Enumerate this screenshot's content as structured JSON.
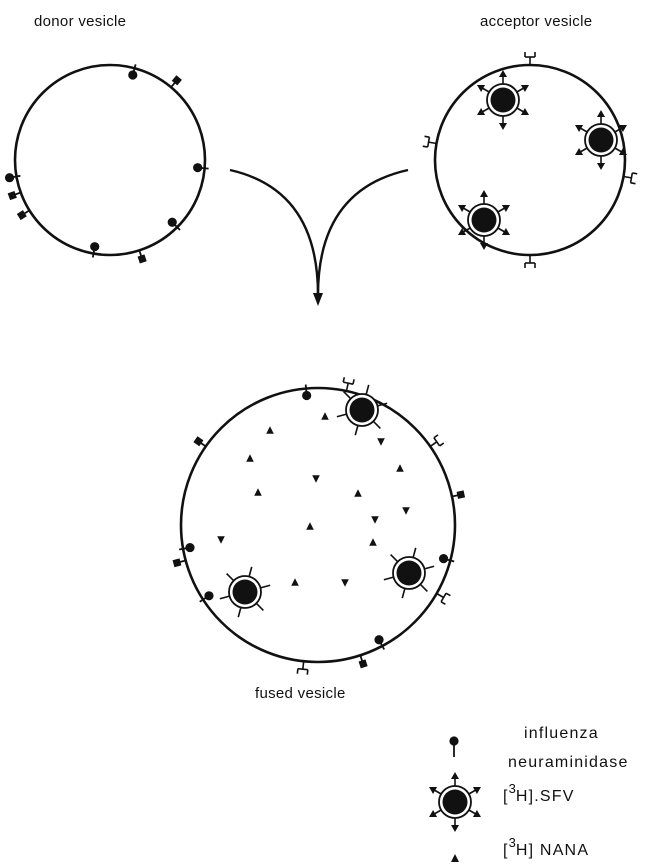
{
  "labels": {
    "donor": "donor vesicle",
    "acceptor": "acceptor vesicle",
    "fused": "fused vesicle"
  },
  "legend": {
    "neuraminidase_line1": "influenza",
    "neuraminidase_line2": "neuraminidase",
    "sfv_sup": "3",
    "sfv_prefix": "[",
    "sfv_suffix": "H].SFV",
    "nana_sup": "3",
    "nana_prefix": "[",
    "nana_suffix": "H] NANA"
  },
  "colors": {
    "ink": "#111111",
    "background": "#ffffff"
  },
  "icons": {
    "neuraminidase": "lollipop-dot-icon",
    "receptor": "fork-receptor-icon",
    "square_marker": "square-spike-icon",
    "sfv_particle": "sfv-particle-icon",
    "nana": "triangle-icon"
  }
}
